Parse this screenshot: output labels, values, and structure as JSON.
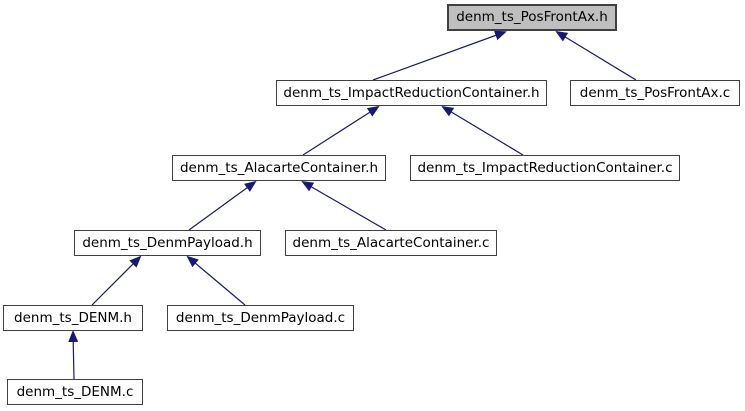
{
  "diagram": {
    "kind": "include-dependency-graph",
    "background_color": "#ffffff",
    "node_border_color": "#404040",
    "node_fill_color": "#ffffff",
    "highlight_fill_color": "#bfbfbf",
    "arrow_color": "#191970",
    "nodes": [
      {
        "id": "posfrontax-h",
        "label": "denm_ts_PosFrontAx.h",
        "highlighted": true
      },
      {
        "id": "impactreductioncontainer-h",
        "label": "denm_ts_ImpactReductionContainer.h",
        "highlighted": false
      },
      {
        "id": "posfrontax-c",
        "label": "denm_ts_PosFrontAx.c",
        "highlighted": false
      },
      {
        "id": "alacartecontainer-h",
        "label": "denm_ts_AlacarteContainer.h",
        "highlighted": false
      },
      {
        "id": "impactreductioncontainer-c",
        "label": "denm_ts_ImpactReductionContainer.c",
        "highlighted": false
      },
      {
        "id": "denmpayload-h",
        "label": "denm_ts_DenmPayload.h",
        "highlighted": false
      },
      {
        "id": "alacartecontainer-c",
        "label": "denm_ts_AlacarteContainer.c",
        "highlighted": false
      },
      {
        "id": "denm-h",
        "label": "denm_ts_DENM.h",
        "highlighted": false
      },
      {
        "id": "denmpayload-c",
        "label": "denm_ts_DenmPayload.c",
        "highlighted": false
      },
      {
        "id": "denm-c",
        "label": "denm_ts_DENM.c",
        "highlighted": false
      }
    ],
    "edges": [
      {
        "from": "denm_ts_ImpactReductionContainer.h",
        "to": "denm_ts_PosFrontAx.h"
      },
      {
        "from": "denm_ts_PosFrontAx.c",
        "to": "denm_ts_PosFrontAx.h"
      },
      {
        "from": "denm_ts_AlacarteContainer.h",
        "to": "denm_ts_ImpactReductionContainer.h"
      },
      {
        "from": "denm_ts_ImpactReductionContainer.c",
        "to": "denm_ts_ImpactReductionContainer.h"
      },
      {
        "from": "denm_ts_DenmPayload.h",
        "to": "denm_ts_AlacarteContainer.h"
      },
      {
        "from": "denm_ts_AlacarteContainer.c",
        "to": "denm_ts_AlacarteContainer.h"
      },
      {
        "from": "denm_ts_DENM.h",
        "to": "denm_ts_DenmPayload.h"
      },
      {
        "from": "denm_ts_DenmPayload.c",
        "to": "denm_ts_DenmPayload.h"
      },
      {
        "from": "denm_ts_DENM.c",
        "to": "denm_ts_DENM.h"
      }
    ]
  }
}
